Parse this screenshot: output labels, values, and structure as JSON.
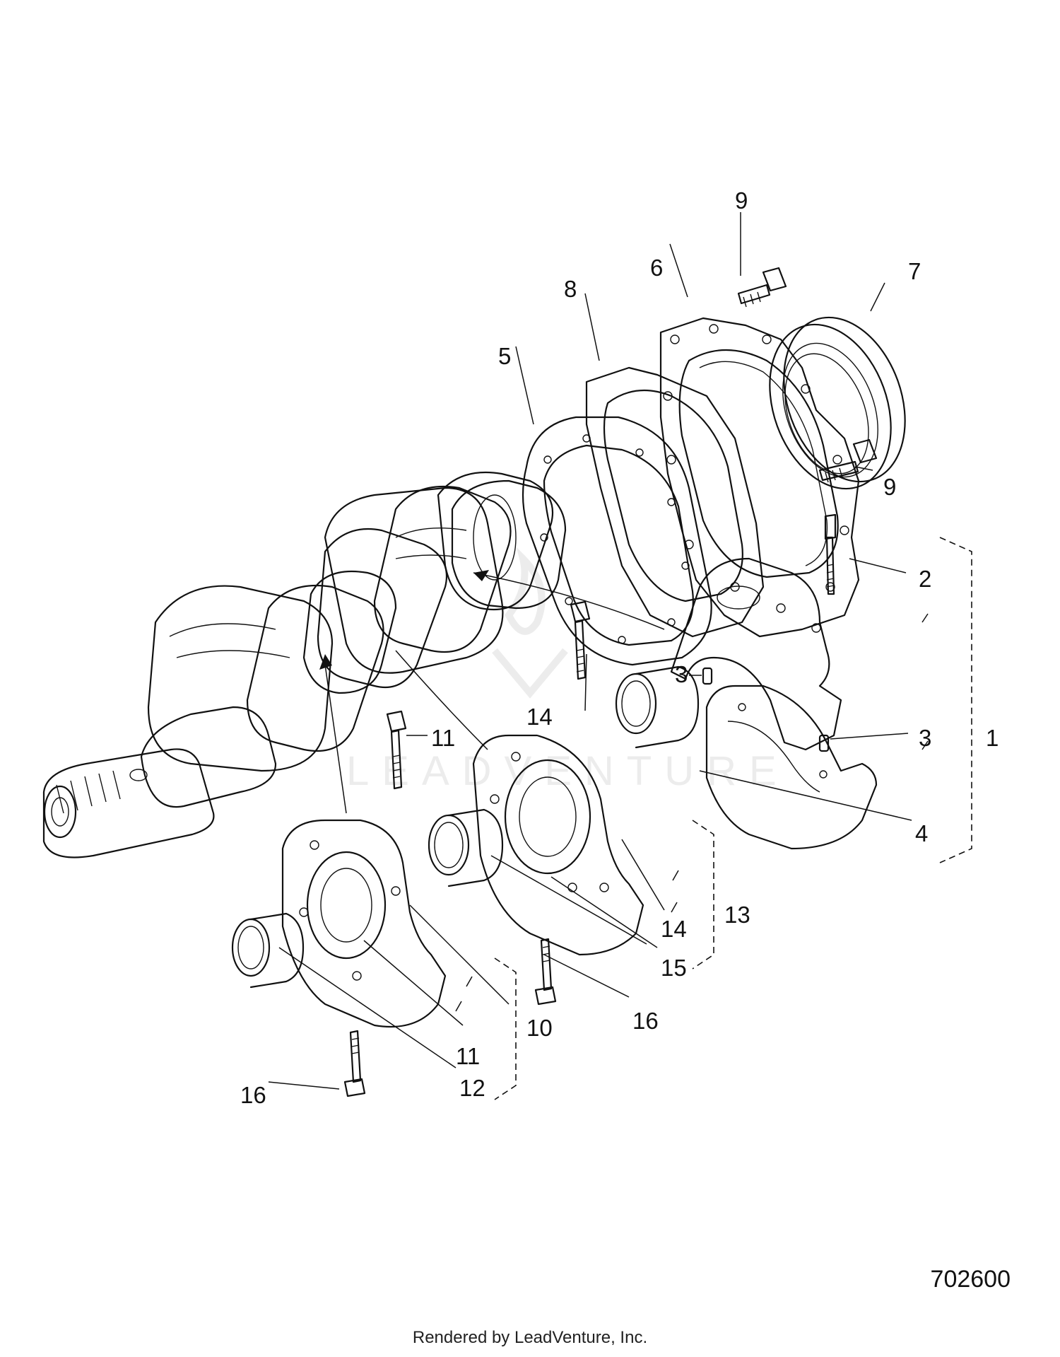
{
  "watermark": "LEADVENTURE",
  "document_number": "702600",
  "footer": "Rendered by LeadVenture, Inc.",
  "callouts": [
    {
      "id": "c9a",
      "label": "9"
    },
    {
      "id": "c7",
      "label": "7"
    },
    {
      "id": "c6",
      "label": "6"
    },
    {
      "id": "c8",
      "label": "8"
    },
    {
      "id": "c5",
      "label": "5"
    },
    {
      "id": "c9b",
      "label": "9"
    },
    {
      "id": "c2",
      "label": "2"
    },
    {
      "id": "c3a",
      "label": "3"
    },
    {
      "id": "c3b",
      "label": "3"
    },
    {
      "id": "c1",
      "label": "1"
    },
    {
      "id": "c14a",
      "label": "14"
    },
    {
      "id": "c11a",
      "label": "11"
    },
    {
      "id": "c4",
      "label": "4"
    },
    {
      "id": "c14b",
      "label": "14"
    },
    {
      "id": "c13",
      "label": "13"
    },
    {
      "id": "c15",
      "label": "15"
    },
    {
      "id": "c16a",
      "label": "16"
    },
    {
      "id": "c10",
      "label": "10"
    },
    {
      "id": "c11b",
      "label": "11"
    },
    {
      "id": "c12",
      "label": "12"
    },
    {
      "id": "c16b",
      "label": "16"
    }
  ]
}
